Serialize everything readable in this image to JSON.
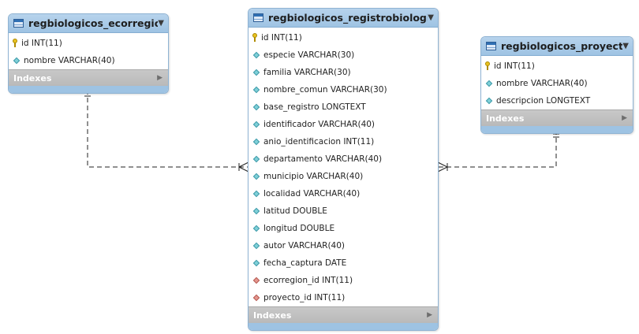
{
  "tables": {
    "ecorregion": {
      "name": "regbiologicos_ecorregion",
      "columns": [
        {
          "text": "id INT(11)",
          "kind": "pk"
        },
        {
          "text": "nombre VARCHAR(40)",
          "kind": "column"
        }
      ],
      "indexes_label": "Indexes"
    },
    "registro": {
      "name": "regbiologicos_registrobiologico",
      "columns": [
        {
          "text": "id INT(11)",
          "kind": "pk"
        },
        {
          "text": "especie VARCHAR(30)",
          "kind": "column"
        },
        {
          "text": "familia VARCHAR(30)",
          "kind": "column"
        },
        {
          "text": "nombre_comun VARCHAR(30)",
          "kind": "column"
        },
        {
          "text": "base_registro LONGTEXT",
          "kind": "column"
        },
        {
          "text": "identificador VARCHAR(40)",
          "kind": "column"
        },
        {
          "text": "anio_identificacion INT(11)",
          "kind": "column"
        },
        {
          "text": "departamento VARCHAR(40)",
          "kind": "column"
        },
        {
          "text": "municipio VARCHAR(40)",
          "kind": "column"
        },
        {
          "text": "localidad VARCHAR(40)",
          "kind": "column"
        },
        {
          "text": "latitud DOUBLE",
          "kind": "column"
        },
        {
          "text": "longitud DOUBLE",
          "kind": "column"
        },
        {
          "text": "autor VARCHAR(40)",
          "kind": "column"
        },
        {
          "text": "fecha_captura DATE",
          "kind": "column"
        },
        {
          "text": "ecorregion_id INT(11)",
          "kind": "fk"
        },
        {
          "text": "proyecto_id INT(11)",
          "kind": "fk"
        }
      ],
      "indexes_label": "Indexes"
    },
    "proyecto": {
      "name": "regbiologicos_proyecto",
      "columns": [
        {
          "text": "id INT(11)",
          "kind": "pk"
        },
        {
          "text": "nombre VARCHAR(40)",
          "kind": "column"
        },
        {
          "text": "descripcion LONGTEXT",
          "kind": "column"
        }
      ],
      "indexes_label": "Indexes"
    }
  },
  "relationships": [
    {
      "from": "ecorregion",
      "to": "registro",
      "cardinality": "one-to-many"
    },
    {
      "from": "proyecto",
      "to": "registro",
      "cardinality": "one-to-many"
    }
  ],
  "colors": {
    "header": "#9ec3e3",
    "border": "#8fb3d3",
    "pk_key": "#e8c220",
    "column_diamond": "#7fd0d8",
    "fk_diamond": "#e5968e",
    "index_bar": "#bcbcbc"
  }
}
